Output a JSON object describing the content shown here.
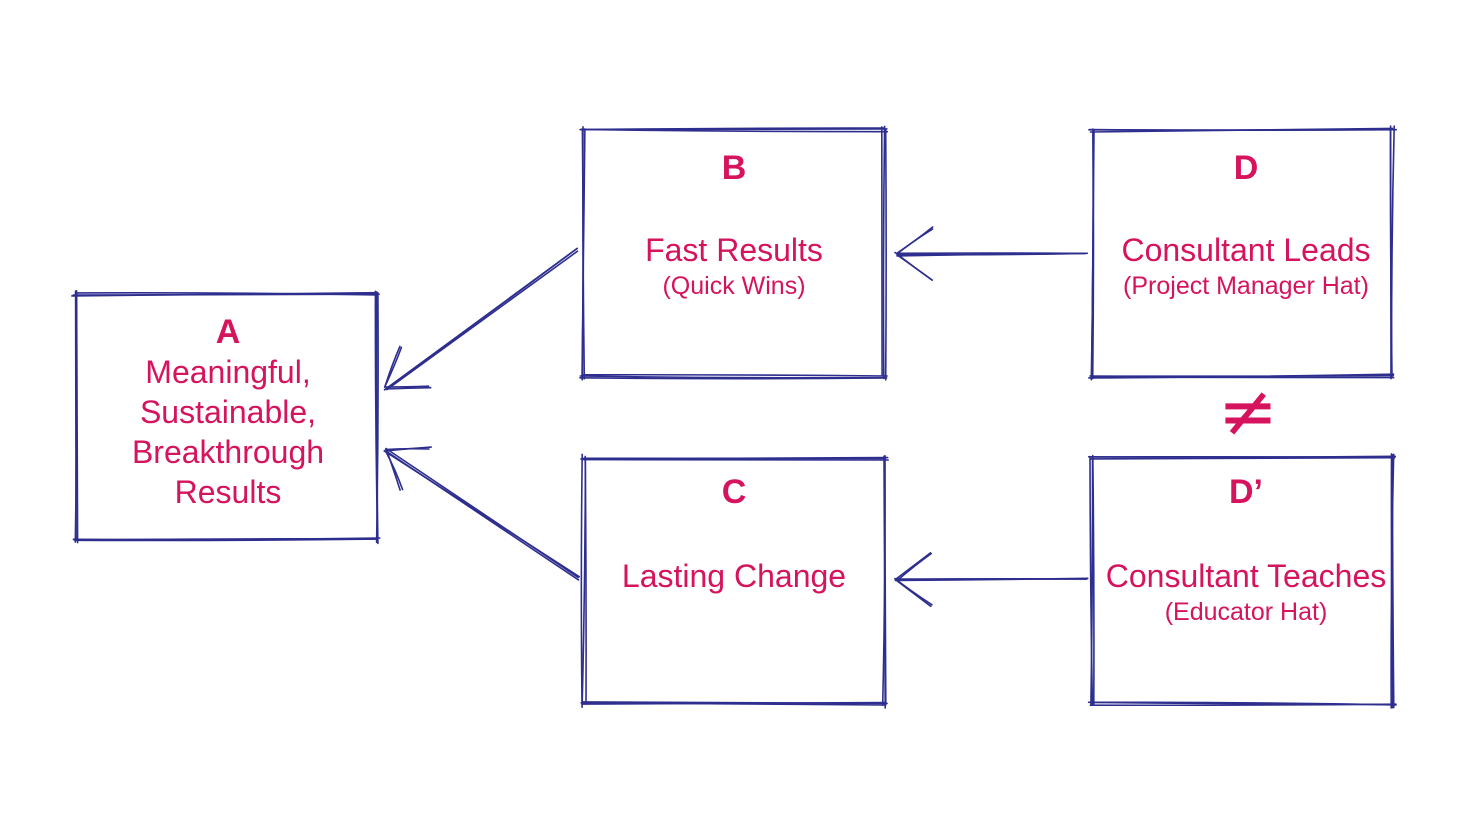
{
  "colors": {
    "stroke": "#2e2e8f",
    "text": "#d6135d",
    "background": "#ffffff"
  },
  "boxes": {
    "a": {
      "letter": "A",
      "lines": [
        "Meaningful,",
        "Sustainable,",
        "Breakthrough",
        "Results"
      ]
    },
    "b": {
      "letter": "B",
      "title": "Fast Results",
      "subtitle": "(Quick Wins)"
    },
    "c": {
      "letter": "C",
      "title": "Lasting Change"
    },
    "d": {
      "letter": "D",
      "title": "Consultant Leads",
      "subtitle": "(Project Manager Hat)"
    },
    "d_prime": {
      "letter": "D’",
      "title": "Consultant Teaches",
      "subtitle": "(Educator Hat)"
    }
  },
  "relations": {
    "not_equal_symbol": "≠"
  }
}
